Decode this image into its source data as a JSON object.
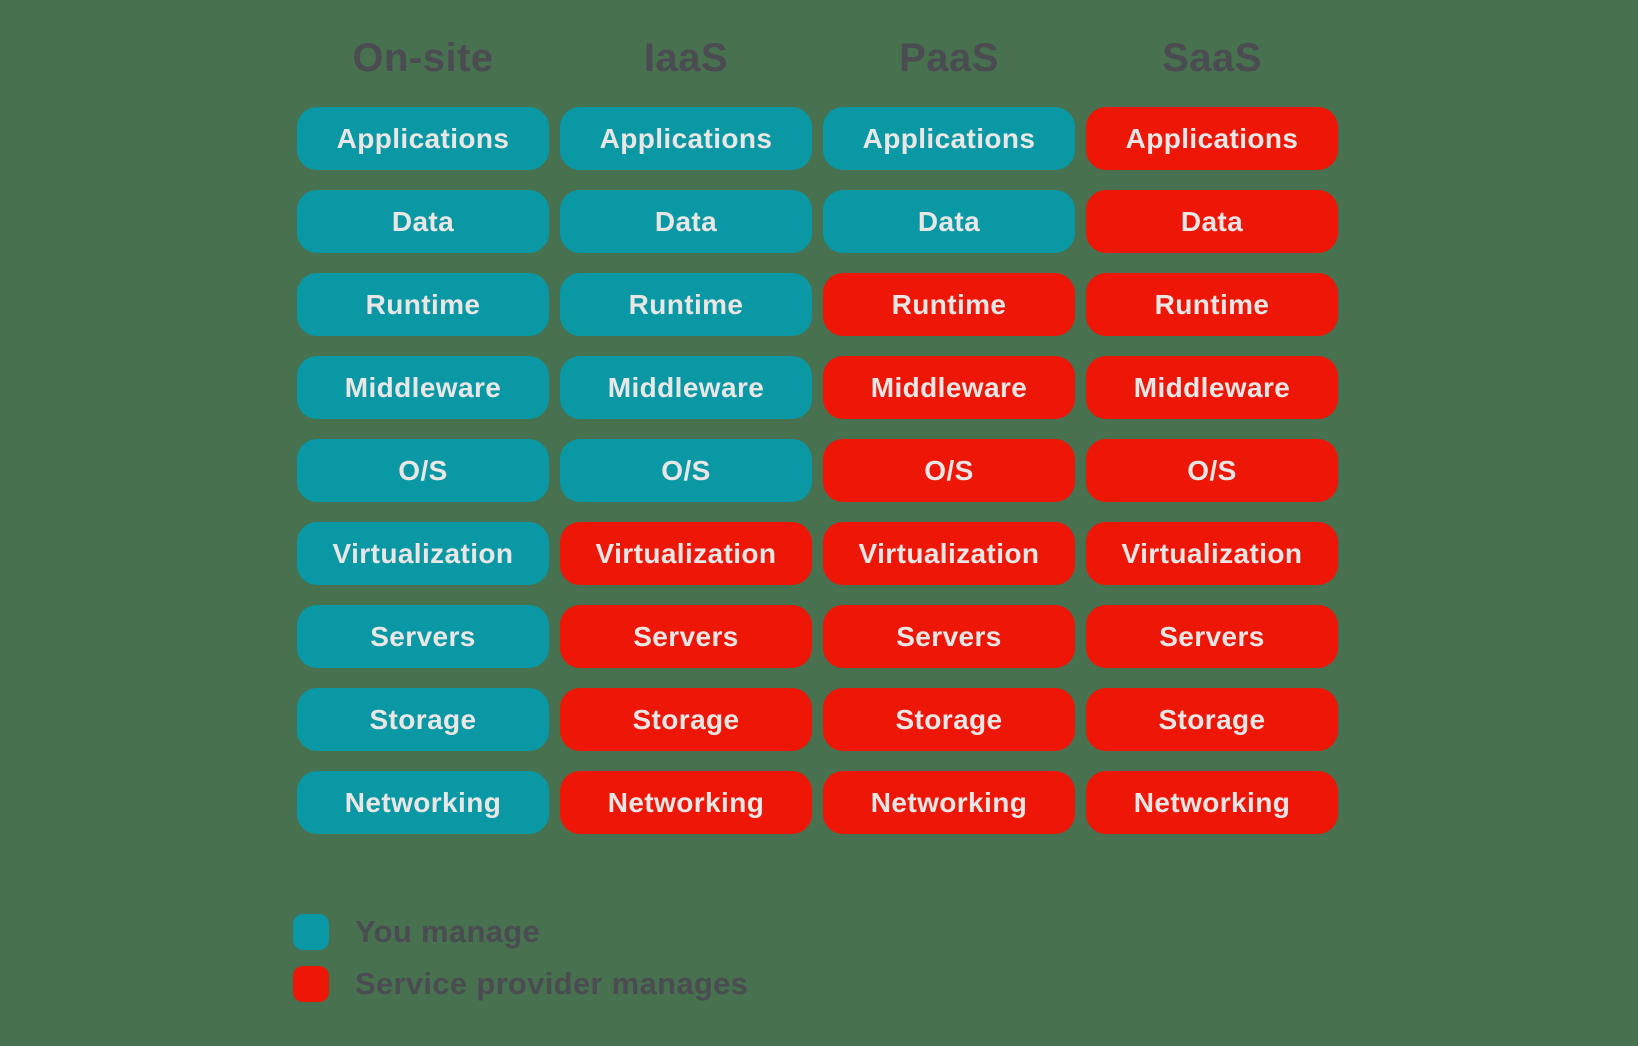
{
  "colors": {
    "background": "#47714f",
    "you": "#0a98a4",
    "provider": "#ee1606",
    "heading_text": "#4b4c51",
    "pill_text": "#e9e6e6"
  },
  "columns": [
    {
      "id": "onsite",
      "label": "On-site",
      "cells": [
        {
          "label": "Applications",
          "manager": "you"
        },
        {
          "label": "Data",
          "manager": "you"
        },
        {
          "label": "Runtime",
          "manager": "you"
        },
        {
          "label": "Middleware",
          "manager": "you"
        },
        {
          "label": "O/S",
          "manager": "you"
        },
        {
          "label": "Virtualization",
          "manager": "you"
        },
        {
          "label": "Servers",
          "manager": "you"
        },
        {
          "label": "Storage",
          "manager": "you"
        },
        {
          "label": "Networking",
          "manager": "you"
        }
      ]
    },
    {
      "id": "iaas",
      "label": "IaaS",
      "cells": [
        {
          "label": "Applications",
          "manager": "you"
        },
        {
          "label": "Data",
          "manager": "you"
        },
        {
          "label": "Runtime",
          "manager": "you"
        },
        {
          "label": "Middleware",
          "manager": "you"
        },
        {
          "label": "O/S",
          "manager": "you"
        },
        {
          "label": "Virtualization",
          "manager": "provider"
        },
        {
          "label": "Servers",
          "manager": "provider"
        },
        {
          "label": "Storage",
          "manager": "provider"
        },
        {
          "label": "Networking",
          "manager": "provider"
        }
      ]
    },
    {
      "id": "paas",
      "label": "PaaS",
      "cells": [
        {
          "label": "Applications",
          "manager": "you"
        },
        {
          "label": "Data",
          "manager": "you"
        },
        {
          "label": "Runtime",
          "manager": "provider"
        },
        {
          "label": "Middleware",
          "manager": "provider"
        },
        {
          "label": "O/S",
          "manager": "provider"
        },
        {
          "label": "Virtualization",
          "manager": "provider"
        },
        {
          "label": "Servers",
          "manager": "provider"
        },
        {
          "label": "Storage",
          "manager": "provider"
        },
        {
          "label": "Networking",
          "manager": "provider"
        }
      ]
    },
    {
      "id": "saas",
      "label": "SaaS",
      "cells": [
        {
          "label": "Applications",
          "manager": "provider"
        },
        {
          "label": "Data",
          "manager": "provider"
        },
        {
          "label": "Runtime",
          "manager": "provider"
        },
        {
          "label": "Middleware",
          "manager": "provider"
        },
        {
          "label": "O/S",
          "manager": "provider"
        },
        {
          "label": "Virtualization",
          "manager": "provider"
        },
        {
          "label": "Servers",
          "manager": "provider"
        },
        {
          "label": "Storage",
          "manager": "provider"
        },
        {
          "label": "Networking",
          "manager": "provider"
        }
      ]
    }
  ],
  "legend": [
    {
      "label": "You manage",
      "manager": "you"
    },
    {
      "label": "Service provider manages",
      "manager": "provider"
    }
  ]
}
